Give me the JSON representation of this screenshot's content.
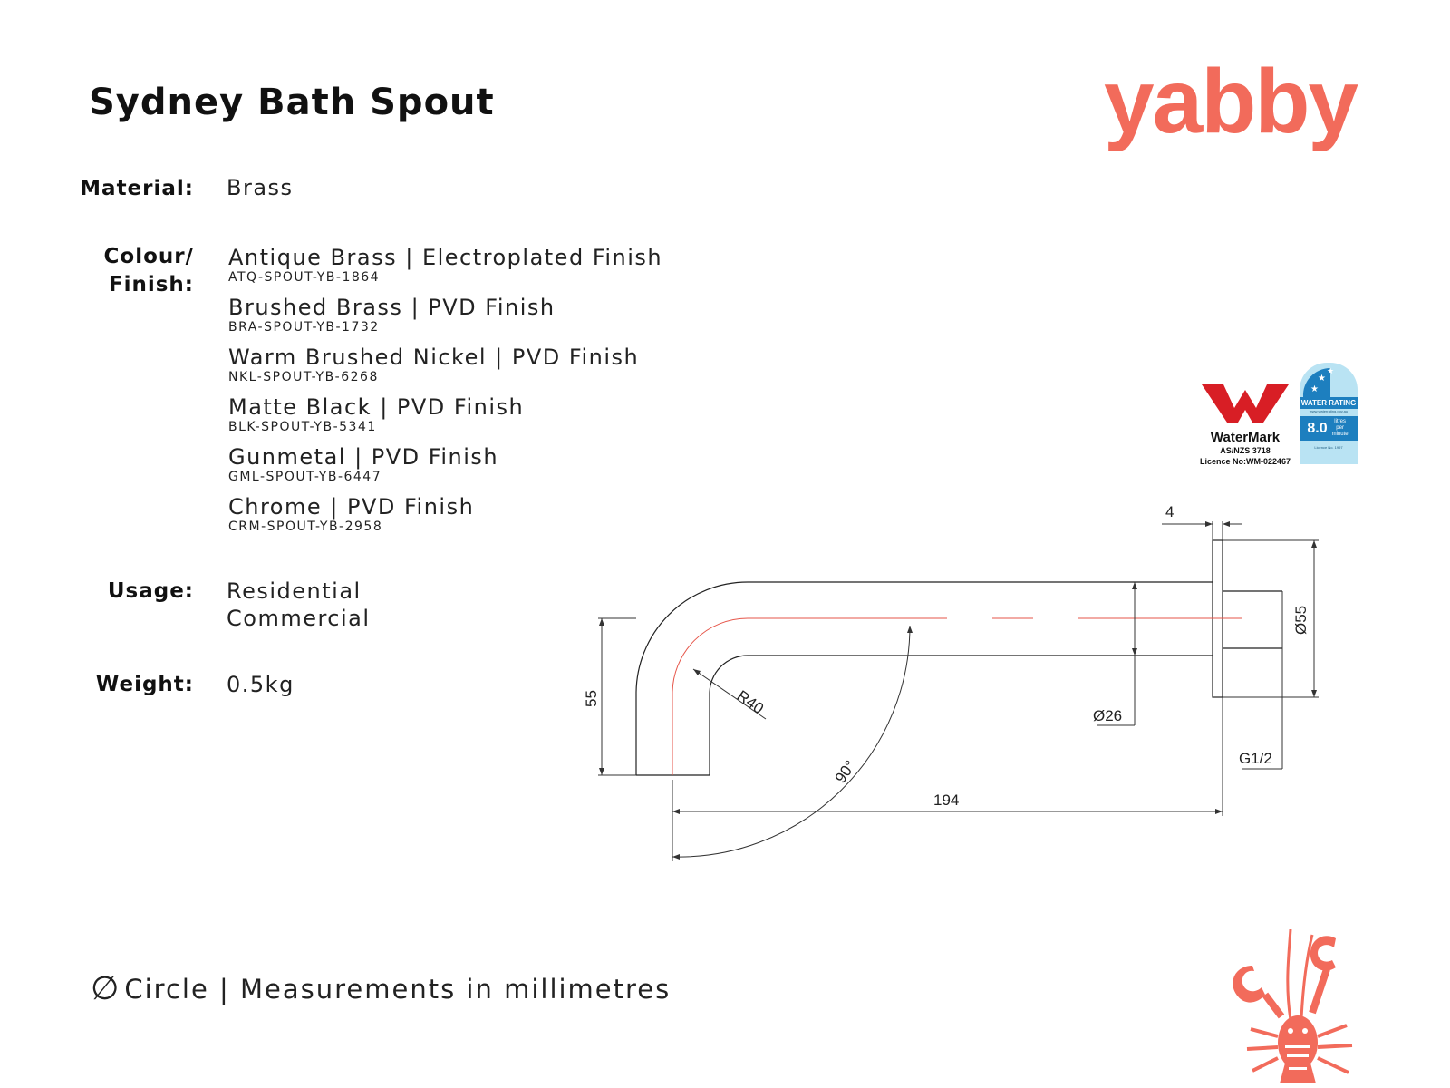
{
  "title": "Sydney Bath Spout",
  "brand": "yabby",
  "brand_color": "#f26b5b",
  "specs": {
    "material_label": "Material:",
    "material_value": "Brass",
    "colour_label_1": "Colour/",
    "colour_label_2": "Finish:",
    "finishes": [
      {
        "name": "Antique Brass | Electroplated Finish",
        "code": "ATQ-SPOUT-YB-1864"
      },
      {
        "name": "Brushed Brass | PVD Finish",
        "code": "BRA-SPOUT-YB-1732"
      },
      {
        "name": "Warm Brushed Nickel | PVD Finish",
        "code": "NKL-SPOUT-YB-6268"
      },
      {
        "name": "Matte Black | PVD Finish",
        "code": "BLK-SPOUT-YB-5341"
      },
      {
        "name": "Gunmetal | PVD Finish",
        "code": "GML-SPOUT-YB-6447"
      },
      {
        "name": "Chrome | PVD Finish",
        "code": "CRM-SPOUT-YB-2958"
      }
    ],
    "usage_label": "Usage:",
    "usage_values": [
      "Residential",
      "Commercial"
    ],
    "weight_label": "Weight:",
    "weight_value": "0.5kg"
  },
  "certifications": {
    "watermark_name": "WaterMark",
    "watermark_standard": "AS/NZS 3718",
    "watermark_licence": "Licence No:WM-022467",
    "water_rating_title": "WATER RATING",
    "water_rating_site": "www.waterrating.gov.au",
    "water_rating_value": "8.0",
    "water_rating_unit": "litres per minute",
    "water_rating_licence": "Licence No. 1997"
  },
  "drawing": {
    "dim_flange_thickness": "4",
    "dim_flange_diameter": "Ø55",
    "dim_height": "55",
    "dim_radius": "R40",
    "dim_pipe_diameter": "Ø26",
    "dim_thread": "G1/2",
    "dim_angle": "90°",
    "dim_length": "194"
  },
  "footer": {
    "symbol": "∅",
    "text": "Circle | Measurements in millimetres"
  },
  "mascot_icon": "lobster-icon"
}
